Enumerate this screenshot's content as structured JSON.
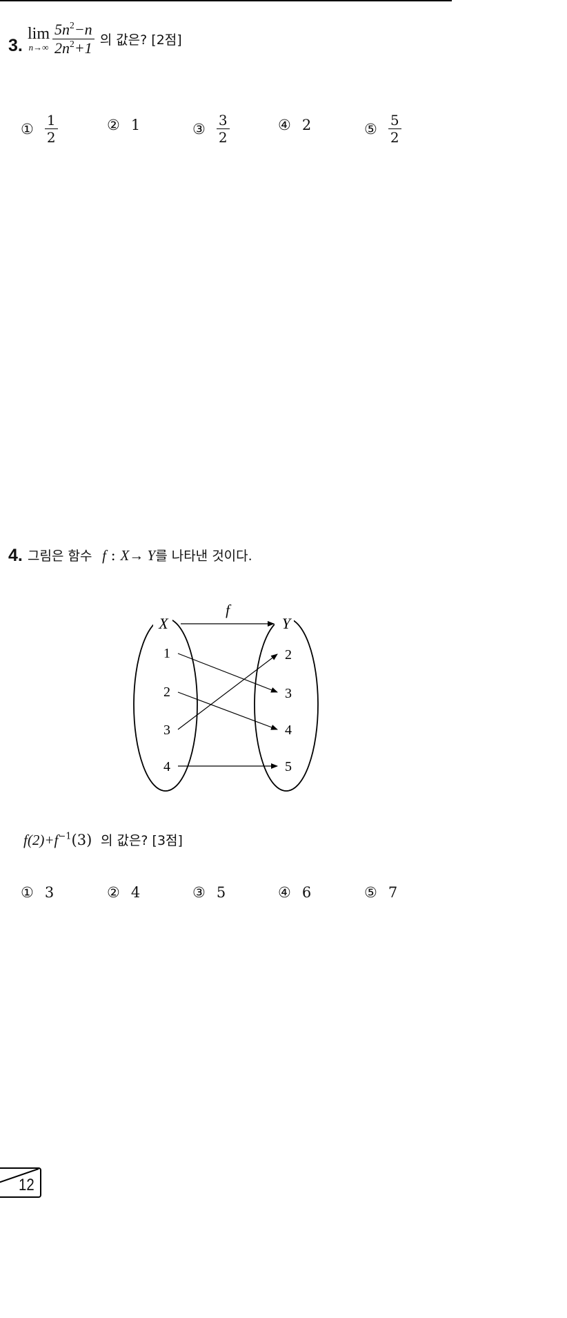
{
  "q3": {
    "number": "3.",
    "lim": "lim",
    "lim_sub": "n→∞",
    "num_a": "5n",
    "num_exp": "2",
    "num_b": "−n",
    "den_a": "2n",
    "den_exp": "2",
    "den_b": "+1",
    "tail": "의 값은? [2점]",
    "choices": [
      {
        "mark": "①",
        "num": "1",
        "den": "2"
      },
      {
        "mark": "②",
        "value": "1"
      },
      {
        "mark": "③",
        "num": "3",
        "den": "2"
      },
      {
        "mark": "④",
        "value": "2"
      },
      {
        "mark": "⑤",
        "num": "5",
        "den": "2"
      }
    ]
  },
  "q4": {
    "number": "4.",
    "stem_a": "그림은 함수",
    "stem_f": "f",
    "stem_colon": ":",
    "stem_map": "X→ Y",
    "stem_b": "를 나타낸 것이다.",
    "diagram": {
      "set_x": "X",
      "set_y": "Y",
      "func": "f",
      "domain": [
        "1",
        "2",
        "3",
        "4"
      ],
      "codomain": [
        "2",
        "3",
        "4",
        "5"
      ],
      "mapping": {
        "1": "3",
        "2": "4",
        "3": "2",
        "4": "5"
      }
    },
    "expr_a": "f(2)+f",
    "expr_exp": "−1",
    "expr_b": "(3)",
    "tail": "의 값은? [3점]",
    "choices": [
      {
        "mark": "①",
        "value": "3"
      },
      {
        "mark": "②",
        "value": "4"
      },
      {
        "mark": "③",
        "value": "5"
      },
      {
        "mark": "④",
        "value": "6"
      },
      {
        "mark": "⑤",
        "value": "7"
      }
    ]
  },
  "page_number": "12"
}
